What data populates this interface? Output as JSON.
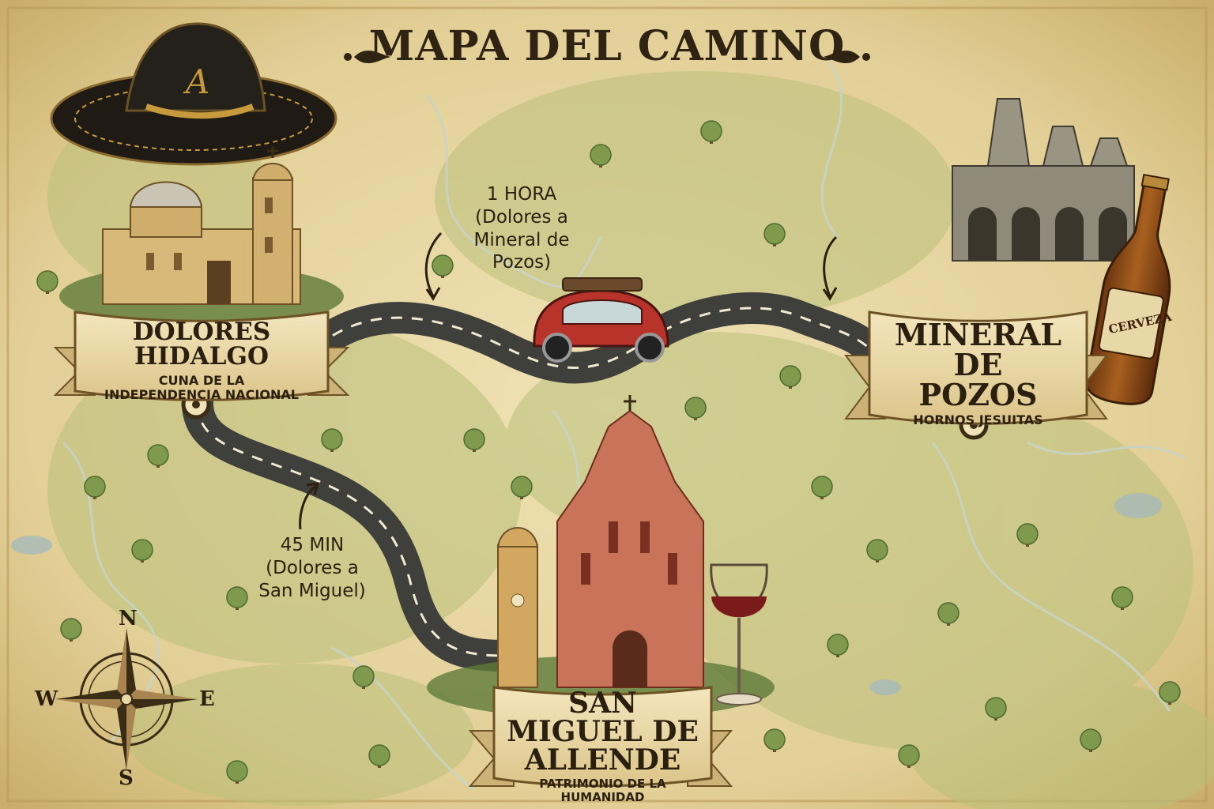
{
  "map": {
    "title": "MAPA DEL CAMINO",
    "cities": [
      {
        "name": "DOLORES HIDALGO",
        "subtitle": "CUNA DE LA INDEPENDENCIA NACIONAL"
      },
      {
        "name": "MINERAL DE POZOS",
        "subtitle": "HORNOS JESUITAS"
      },
      {
        "name": "SAN MIGUEL DE ALLENDE",
        "subtitle": "PATRIMONIO DE LA HUMANIDAD"
      }
    ],
    "routes": [
      {
        "time": "1 HORA",
        "detail": "(Dolores a Mineral de Pozos)"
      },
      {
        "time": "45 MIN",
        "detail": "(Dolores a San Miguel)"
      }
    ],
    "compass": {
      "n": "N",
      "s": "S",
      "e": "E",
      "w": "W"
    },
    "beer_label": "CERVEZA",
    "colors": {
      "parchment": "#e8d9a6",
      "road": "#4a4a46",
      "car": "#b8342a",
      "ribbon": "#ecdcae",
      "church_pink": "#c9735a",
      "church_stone": "#d9b97a",
      "wine": "#7a1a1a",
      "beer": "#8a4a18"
    },
    "icons": [
      "sombrero-icon",
      "church-icon",
      "car-icon",
      "kilns-icon",
      "beer-bottle-icon",
      "wine-glass-icon",
      "compass-rose-icon",
      "tree-icon"
    ]
  }
}
